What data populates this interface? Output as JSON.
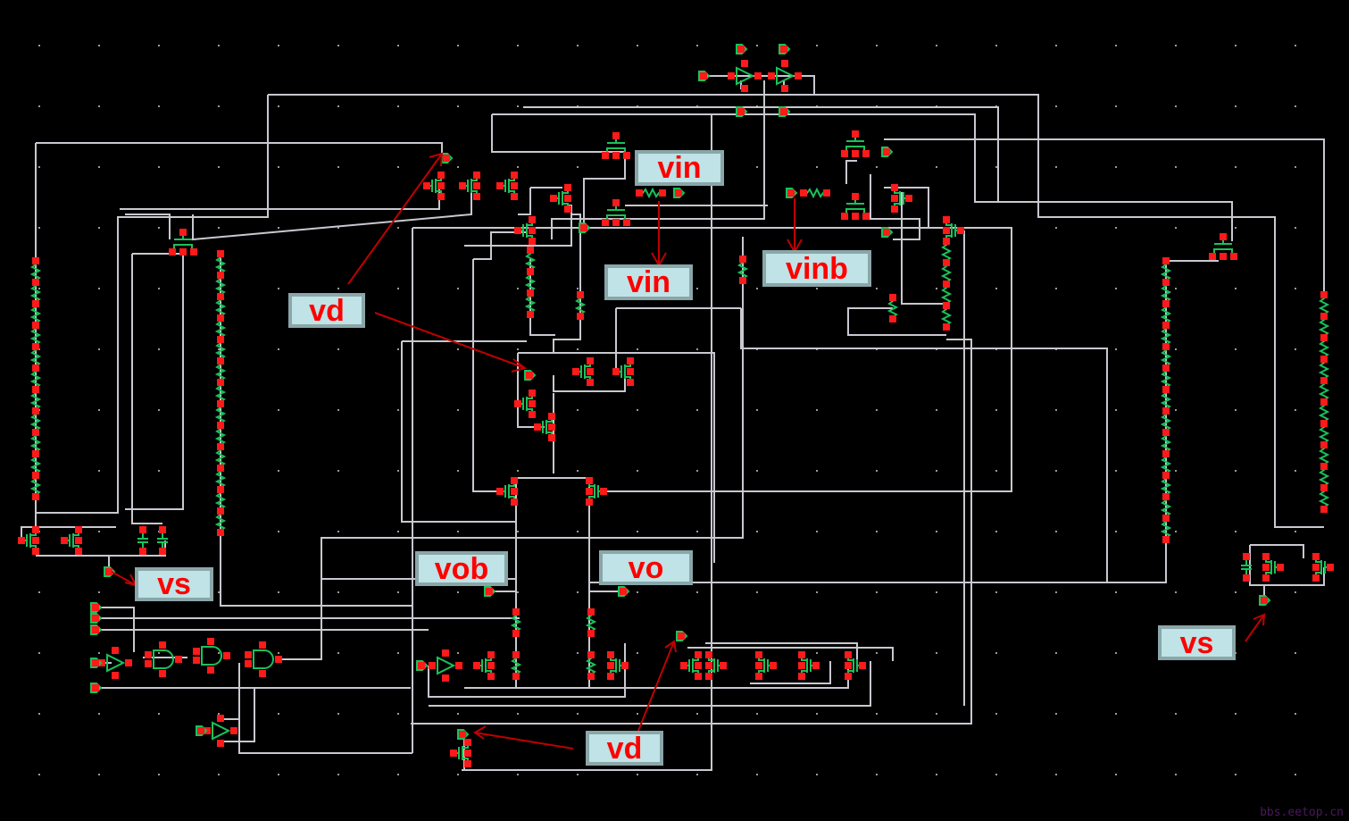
{
  "schematic": {
    "background": "#000000",
    "wire_color": "#c8c8d0",
    "component_color": "#19c25a",
    "pin_color": "#ff1a1a",
    "annotation_color": "#c00000"
  },
  "labels": [
    {
      "id": "vin-top",
      "text": "vin"
    },
    {
      "id": "vin-mid",
      "text": "vin"
    },
    {
      "id": "vinb",
      "text": "vinb"
    },
    {
      "id": "vd-left",
      "text": "vd"
    },
    {
      "id": "vs-left",
      "text": "vs"
    },
    {
      "id": "vob",
      "text": "vob"
    },
    {
      "id": "vo",
      "text": "vo"
    },
    {
      "id": "vs-right",
      "text": "vs"
    },
    {
      "id": "vd-bottom",
      "text": "vd"
    }
  ],
  "watermark": "bbs.eetop.cn"
}
